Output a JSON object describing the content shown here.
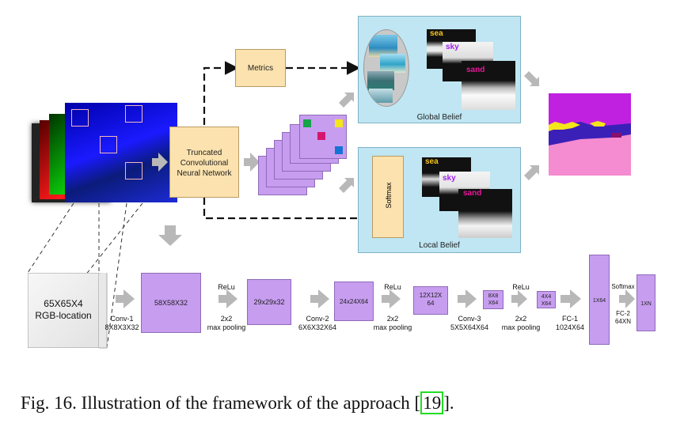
{
  "top": {
    "metrics_label": "Metrics",
    "truncated_cnn_label": "Truncated Convolutional Neural Network",
    "softmax_label": "Softmax",
    "global_belief": {
      "title": "Global Belief",
      "labels": [
        "sea",
        "sky",
        "sand"
      ],
      "label_colors": [
        "#f5c518",
        "#a020f0",
        "#e8169a"
      ]
    },
    "local_belief": {
      "title": "Local Belief",
      "labels": [
        "sea",
        "sky",
        "sand"
      ],
      "label_colors": [
        "#f5c518",
        "#a020f0",
        "#e8169a"
      ]
    }
  },
  "pipeline": {
    "input_label": "65X65X4\nRGB-location",
    "blocks": [
      "58X58X32",
      "29x29x32",
      "24x24X64",
      "12X12X\n64",
      "8X8\nX64",
      "4X4\nX64",
      "1X64",
      "1XN"
    ],
    "ops": [
      {
        "top": "",
        "bottom": "Conv-1\n8X8X3X32"
      },
      {
        "top": "ReLu",
        "bottom": "2x2\nmax pooling"
      },
      {
        "top": "",
        "bottom": "Conv-2\n6X6X32X64"
      },
      {
        "top": "ReLu",
        "bottom": "2x2\nmax pooling"
      },
      {
        "top": "",
        "bottom": "Conv-3\n5X5X64X64"
      },
      {
        "top": "ReLu",
        "bottom": "2x2\nmax pooling"
      },
      {
        "top": "",
        "bottom": "FC-1\n1024X64"
      },
      {
        "top": "Softmax",
        "bottom": "FC-2\n64XN"
      }
    ]
  },
  "caption": {
    "prefix": "Fig. 16.   Illustration of the framework of the approach [",
    "ref": "19",
    "suffix": "]."
  }
}
